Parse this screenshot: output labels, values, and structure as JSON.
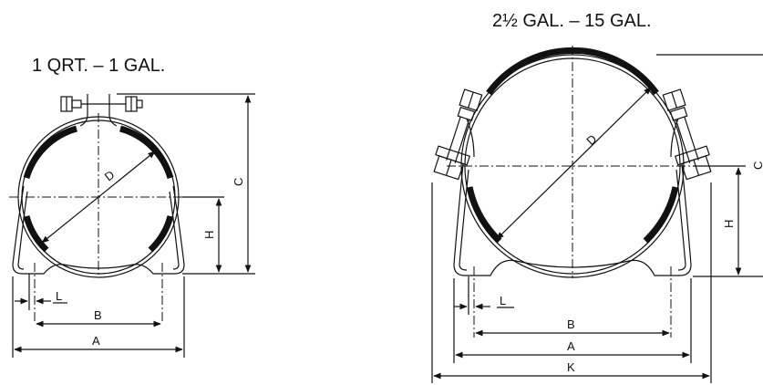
{
  "left_diagram": {
    "title": "1 QRT. – 1 GAL.",
    "labels": {
      "d": "D",
      "c": "C",
      "h": "H",
      "l": "L",
      "b": "B",
      "a": "A"
    }
  },
  "right_diagram": {
    "title": "2½ GAL. – 15 GAL.",
    "labels": {
      "d": "D",
      "c": "C",
      "h": "H",
      "l": "L",
      "b": "B",
      "a": "A",
      "k": "K"
    }
  }
}
